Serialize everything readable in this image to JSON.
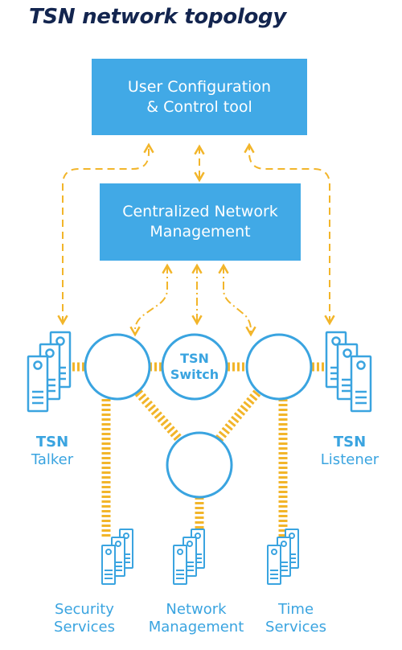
{
  "title": "TSN network topology",
  "boxes": {
    "user_config": [
      "User Configuration",
      "& Control tool"
    ],
    "cnm": [
      "Centralized Network",
      "Management"
    ]
  },
  "switch_label": [
    "TSN",
    "Switch"
  ],
  "talker": {
    "bold": "TSN",
    "label": "Talker"
  },
  "listener": {
    "bold": "TSN",
    "label": "Listener"
  },
  "services": {
    "security": [
      "Security",
      "Services"
    ],
    "network": [
      "Network",
      "Management"
    ],
    "time": [
      "Time",
      "Services"
    ]
  },
  "colors": {
    "blue": "#41a9e6",
    "node_stroke": "#3aa4e0",
    "link": "#f2b52a",
    "title": "#13254f"
  }
}
